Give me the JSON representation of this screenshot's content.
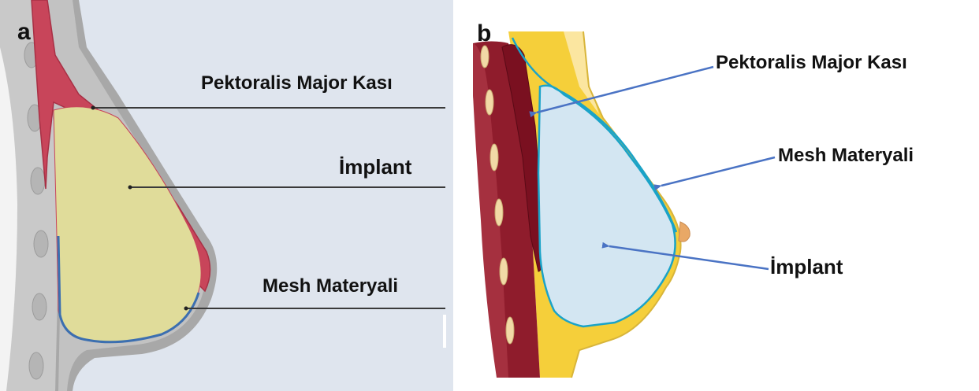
{
  "panel_a": {
    "letter": "a",
    "labels": {
      "muscle": "Pektoralis Major Kası",
      "implant": "İmplant",
      "mesh": "Mesh Materyali"
    }
  },
  "panel_b": {
    "letter": "b",
    "labels": {
      "muscle": "Pektoralis Major Kası",
      "mesh": "Mesh Materyali",
      "implant": "İmplant"
    }
  },
  "colors": {
    "panel_a_background": "#dfe5ee",
    "implant_a": "#e0dc9a",
    "muscle": "#c8455a",
    "tissue_gray": "#a6a6a6",
    "mesh_a": "#3c6fb0",
    "fat_yellow": "#f5cf3a",
    "implant_b": "#d3e6f2",
    "mesh_b": "#1aa3c8",
    "arrow_blue": "#4a73c4",
    "rib_muscle": "#8f1c2c"
  }
}
